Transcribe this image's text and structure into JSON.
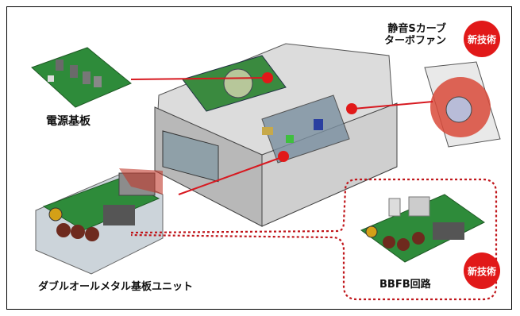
{
  "labels": {
    "power_board": "電源基板",
    "fan_line1": "静音Sカーブ",
    "fan_line2": "ターボファン",
    "dual_unit": "ダブルオールメタル基板ユニット",
    "bbfb": "BBFB回路"
  },
  "badges": {
    "new_tech_top": "新技術",
    "new_tech_bottom": "新技術"
  },
  "colors": {
    "callout_red": "#d71920",
    "badge_red": "#e11919",
    "pcb_green": "#2e8b3a",
    "chassis_gray": "#c9c9c9"
  }
}
